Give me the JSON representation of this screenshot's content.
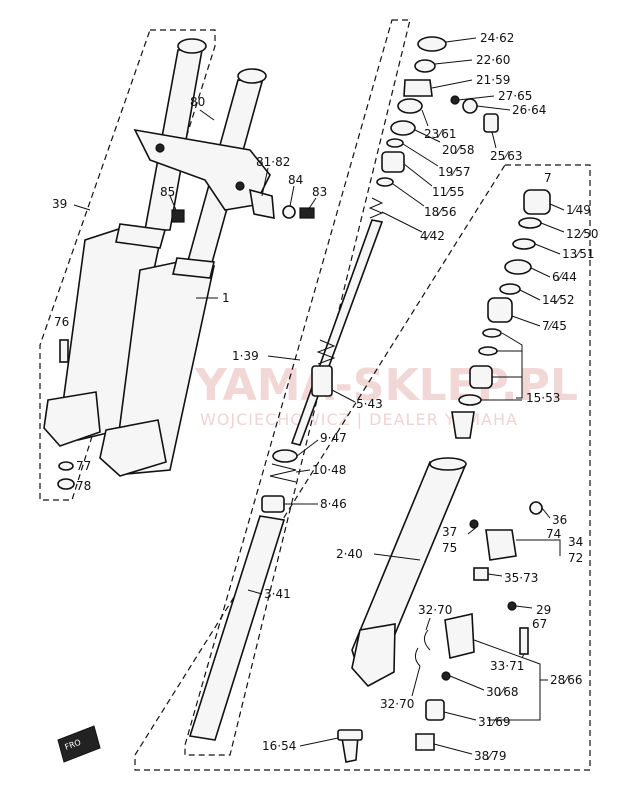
{
  "watermark": {
    "brand": "YAMA-SKLEP.PL",
    "subtitle": "WOJCIECHOWICZ | DEALER YAMAHA"
  },
  "logo": {
    "text": "FRO"
  },
  "labels": {
    "l39": "39",
    "l80": "80",
    "l81_82": "81·82",
    "l85": "85",
    "l84": "84",
    "l83": "83",
    "l1": "1",
    "l76": "76",
    "l77": "77",
    "l78": "78",
    "l24_62": "24·62",
    "l22_60": "22·60",
    "l21_59": "21·59",
    "l27_65": "27·65",
    "l26_64": "26·64",
    "l23_61": "23⁄61",
    "l20_58": "20⁄58",
    "l25_63": "25⁄63",
    "l19_57": "19⁄57",
    "l11_55": "11⁄55",
    "l18_56": "18⁄56",
    "l7": "7",
    "l1_49": "1⁄49",
    "l4_42": "4⁄42",
    "l12_50": "12⁄50",
    "l13_51": "13⁄51",
    "l6_44": "6⁄44",
    "l14_52": "14⁄52",
    "l7_45": "7⁄45",
    "l1_39": "1·39",
    "l5_43": "5·43",
    "l15_53": "15·53",
    "l9_47": "9·47",
    "l10_48": "10·48",
    "l8_46": "8·46",
    "l36": "36",
    "l74": "74",
    "l37": "37",
    "l75": "75",
    "l34": "34",
    "l72": "72",
    "l2_40": "2·40",
    "l35_73": "35·73",
    "l3_41": "3·41",
    "l32_70a": "32·70",
    "l29": "29",
    "l67": "67",
    "l33_71": "33·71",
    "l28_66": "28⁄66",
    "l30_68": "30⁄68",
    "l32_70b": "32·70",
    "l31_69": "31⁄69",
    "l16_54": "16·54",
    "l38_79": "38⁄79"
  }
}
